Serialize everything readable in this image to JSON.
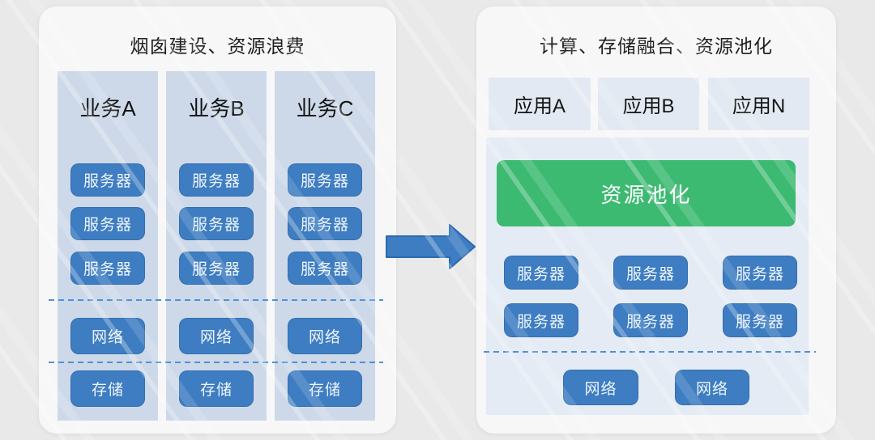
{
  "colors": {
    "page_background": "#e9e9ea",
    "card_background": "#f7f7f8",
    "silo_column_background": "#cdd9e9",
    "pool_panel_background": "#e4ebf4",
    "app_box_background": "#e2e9f2",
    "box_blue": "#3e7dc1",
    "pool_green": "#3dba72",
    "dashed_line_blue": "#4f91d6",
    "title_text": "#1f1f1f",
    "box_text": "#eef5fb"
  },
  "left_panel": {
    "title": "烟囱建设、资源浪费",
    "columns": [
      {
        "title": "业务A",
        "servers": [
          "服务器",
          "服务器",
          "服务器"
        ],
        "network": "网络",
        "storage": "存储"
      },
      {
        "title": "业务B",
        "servers": [
          "服务器",
          "服务器",
          "服务器"
        ],
        "network": "网络",
        "storage": "存储"
      },
      {
        "title": "业务C",
        "servers": [
          "服务器",
          "服务器",
          "服务器"
        ],
        "network": "网络",
        "storage": "存储"
      }
    ]
  },
  "arrow": {
    "direction": "right"
  },
  "right_panel": {
    "title": "计算、存储融合、资源池化",
    "apps": [
      "应用A",
      "应用B",
      "应用N"
    ],
    "pool_label": "资源池化",
    "servers": [
      "服务器",
      "服务器",
      "服务器",
      "服务器",
      "服务器",
      "服务器"
    ],
    "networks": [
      "网络",
      "网络"
    ]
  }
}
